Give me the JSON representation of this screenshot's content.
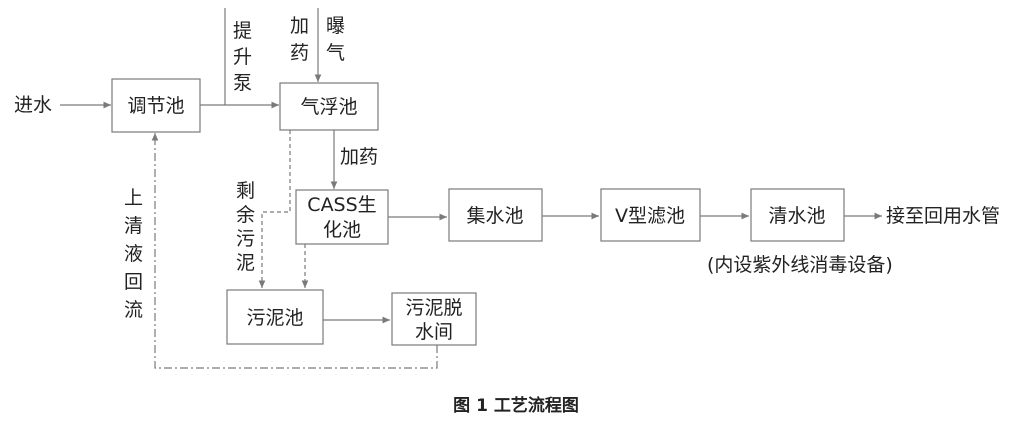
{
  "inlet": "进水",
  "boxes": {
    "regulating_tank": "调节池",
    "air_flotation": "气浮池",
    "cass_line1": "CASS生",
    "cass_line2": "化池",
    "collection_tank": "集水池",
    "v_filter": "V型滤池",
    "clear_water": "清水池",
    "sludge_tank": "污泥池",
    "dewater_line1": "污泥脱",
    "dewater_line2": "水间"
  },
  "outlet": "接至回用水管",
  "uv_note": "(内设紫外线消毒设备)",
  "labels": {
    "lift_pump": [
      "提",
      "升",
      "泵"
    ],
    "dosing_top": [
      "加",
      "药"
    ],
    "aeration": [
      "曝",
      "气"
    ],
    "dosing_mid": "加药",
    "excess_sludge": [
      "剩",
      "余",
      "污",
      "泥"
    ],
    "supernatant": [
      "上",
      "清",
      "液",
      "回",
      "流"
    ]
  },
  "caption": "图 1  工艺流程图"
}
